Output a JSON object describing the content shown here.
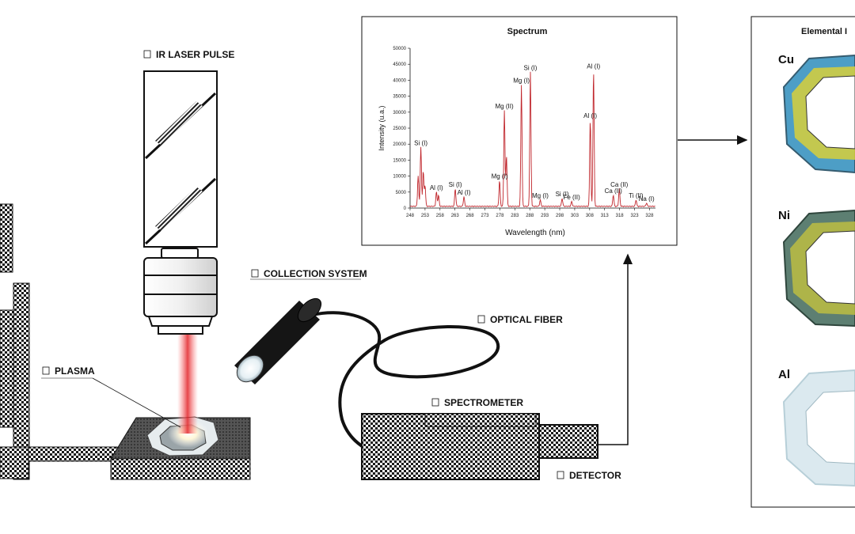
{
  "labels": {
    "ir_laser_pulse": "IR LASER PULSE",
    "collection_system": "COLLECTION SYSTEM",
    "optical_fiber": "OPTICAL FIBER",
    "plasma": "PLASMA",
    "spectrometer": "SPECTROMETER",
    "detector": "DETECTOR"
  },
  "elemental_panel": {
    "title": "Elemental I",
    "elements": [
      "Cu",
      "Ni",
      "Al"
    ],
    "colors": {
      "Cu": "#d8cf3a",
      "Ni": "#c9c63c",
      "Al": "#dbe9ef"
    }
  },
  "chart_data": {
    "type": "line",
    "title": "Spectrum",
    "xlabel": "Wavelength (nm)",
    "ylabel": "Intensity (u.a.)",
    "xlim": [
      248,
      330
    ],
    "ylim": [
      0,
      50000
    ],
    "x_ticks": [
      "248",
      "253",
      "258",
      "263",
      "268",
      "273",
      "278",
      "283",
      "288",
      "293",
      "298",
      "303",
      "308",
      "313",
      "318",
      "323",
      "328"
    ],
    "y_ticks": [
      "0",
      "5000",
      "10000",
      "15000",
      "20000",
      "25000",
      "30000",
      "35000",
      "40000",
      "45000",
      "50000"
    ],
    "line_color": "#c0262c",
    "peaks": [
      {
        "x": 251.6,
        "y": 18500,
        "label": "Si (I)"
      },
      {
        "x": 252.4,
        "y": 11000,
        "label": ""
      },
      {
        "x": 250.7,
        "y": 9500,
        "label": ""
      },
      {
        "x": 253.0,
        "y": 6500,
        "label": ""
      },
      {
        "x": 256.8,
        "y": 4500,
        "label": "Al (I)"
      },
      {
        "x": 257.5,
        "y": 3500,
        "label": ""
      },
      {
        "x": 263.1,
        "y": 5500,
        "label": "Si (I)"
      },
      {
        "x": 266.0,
        "y": 3000,
        "label": "Al (I)"
      },
      {
        "x": 277.9,
        "y": 8000,
        "label": "Mg (I)"
      },
      {
        "x": 279.5,
        "y": 30000,
        "label": "Mg (II)"
      },
      {
        "x": 280.2,
        "y": 16000,
        "label": ""
      },
      {
        "x": 285.2,
        "y": 38000,
        "label": "Mg (I)"
      },
      {
        "x": 288.2,
        "y": 42000,
        "label": "Si (I)"
      },
      {
        "x": 291.5,
        "y": 2000,
        "label": "Mg (I)"
      },
      {
        "x": 298.8,
        "y": 2500,
        "label": "Si (I)"
      },
      {
        "x": 302.0,
        "y": 1500,
        "label": "Fe (II)"
      },
      {
        "x": 308.2,
        "y": 27000,
        "label": "Al (I)"
      },
      {
        "x": 309.3,
        "y": 42500,
        "label": "Al (I)"
      },
      {
        "x": 315.9,
        "y": 3500,
        "label": "Ca (II)"
      },
      {
        "x": 317.9,
        "y": 5500,
        "label": "Ca (II)"
      },
      {
        "x": 323.5,
        "y": 2000,
        "label": "Ti (II)"
      },
      {
        "x": 327.0,
        "y": 1000,
        "label": "Na (I)"
      }
    ]
  }
}
